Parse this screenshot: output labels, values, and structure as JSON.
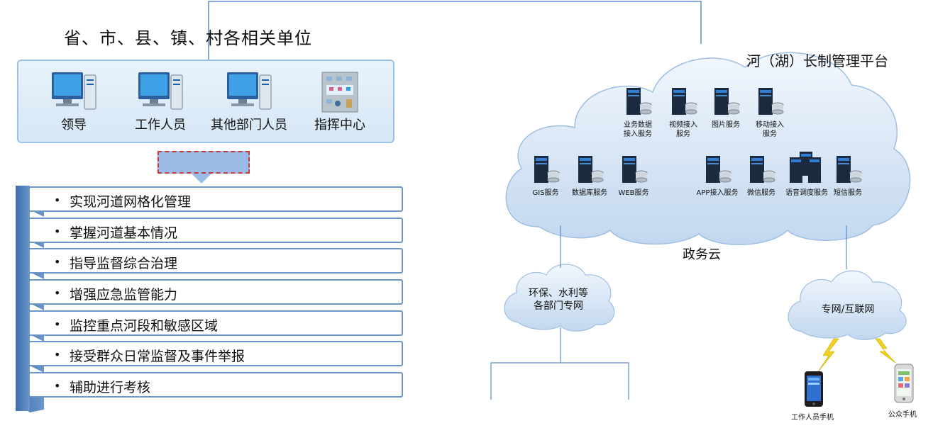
{
  "left": {
    "units_title": "省、市、县、镇、村各相关单位",
    "terminals": [
      {
        "label": "领导",
        "icon": "computer-icon"
      },
      {
        "label": "工作人员",
        "icon": "computer-icon"
      },
      {
        "label": "其他部门人员",
        "icon": "computer-icon"
      },
      {
        "label": "指挥中心",
        "icon": "building-icon"
      }
    ],
    "functions": [
      "实现河道网格化管理",
      "掌握河道基本情况",
      "指导监督综合治理",
      "增强应急监管能力",
      "监控重点河段和敏感区域",
      "接受群众日常监督及事件举报",
      "辅助进行考核"
    ]
  },
  "right": {
    "platform_title": "河（湖）长制管理平台",
    "cloud_name": "政务云",
    "services_top": [
      {
        "label": "业务数据接入服务",
        "lines": [
          "业务数据",
          "接入服务"
        ]
      },
      {
        "label": "视频接入服务",
        "lines": [
          "视频接入",
          "服务"
        ]
      },
      {
        "label": "图片服务",
        "lines": [
          "图片服务"
        ]
      },
      {
        "label": "移动接入服务",
        "lines": [
          "移动接入",
          "服务"
        ]
      }
    ],
    "services_bottom": [
      {
        "label": "GIS服务"
      },
      {
        "label": "数据库服务"
      },
      {
        "label": "WEB服务"
      },
      {
        "label": "APP接入服务"
      },
      {
        "label": "微信服务"
      },
      {
        "label": "语音调度服务"
      },
      {
        "label": "短信服务"
      }
    ],
    "dept_network": [
      "环保、水利等",
      "各部门专网"
    ],
    "internet": "专网/互联网",
    "phones": [
      {
        "label": "工作人员手机"
      },
      {
        "label": "公众手机"
      }
    ],
    "colors": {
      "cloud": "#c9dcf1",
      "cloud_edge": "#9fbfe2",
      "line": "#5b8fc7",
      "panel": "#d6e7f6",
      "row_border": "#6d96c9"
    }
  }
}
